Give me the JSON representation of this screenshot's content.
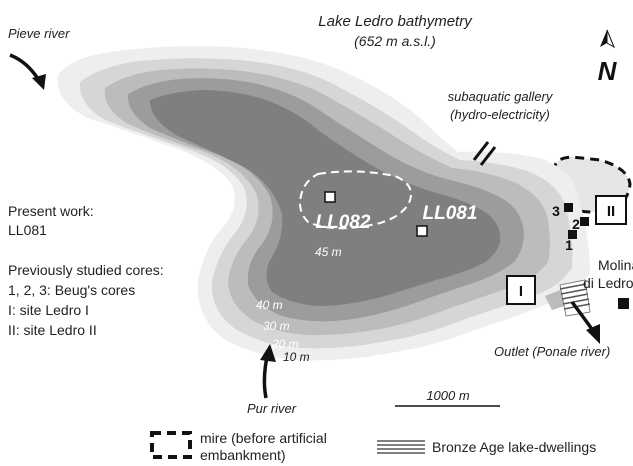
{
  "map": {
    "title": "Lake Ledro bathymetry",
    "subtitle": "(652 m a.s.l.)",
    "north_label": "N",
    "rivers": {
      "pieve": "Pieve river",
      "pur": "Pur river",
      "outlet": "Outlet (Ponale river)"
    },
    "gallery": {
      "line1": "subaquatic gallery",
      "line2": "(hydro-electricity)"
    },
    "town": {
      "line1": "Molina",
      "line2": "di Ledro"
    },
    "cores": {
      "ll082": "LL082",
      "ll081": "LL081"
    },
    "depths": [
      "45 m",
      "40 m",
      "30 m",
      "20 m",
      "10 m"
    ],
    "sites": {
      "s1": "1",
      "s2": "2",
      "s3": "3",
      "ledro1": "I",
      "ledro2": "II"
    },
    "scale_label": "1000 m",
    "legend": {
      "present_heading": "Present work:",
      "present_core": "LL081",
      "previous_heading": "Previously studied cores:",
      "previous_items": [
        "1, 2, 3: Beug's cores",
        "I: site Ledro I",
        "II: site Ledro II"
      ],
      "mire_line1": "mire (before artificial",
      "mire_line2": "embankment)",
      "bronze": "Bronze Age lake-dwellings"
    },
    "colors": {
      "lake_10m": "#eeeeee",
      "lake_20m": "#d6d6d6",
      "lake_30m": "#bcbcbc",
      "lake_40m": "#9c9c9c",
      "lake_deep": "#7f7f7f",
      "mire": "#e6e6e6"
    }
  }
}
